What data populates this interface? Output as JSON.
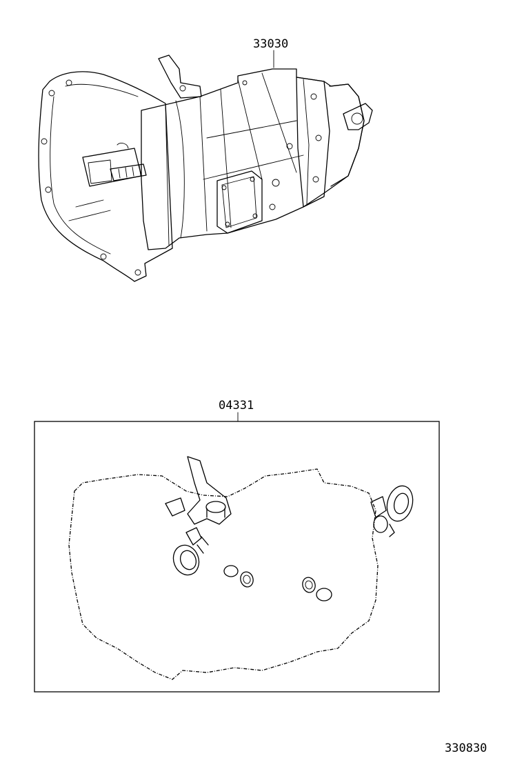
{
  "parts": {
    "transmission_assy": {
      "number": "33030"
    },
    "gasket_kit": {
      "number": "04331"
    }
  },
  "diagram_code": "330830"
}
